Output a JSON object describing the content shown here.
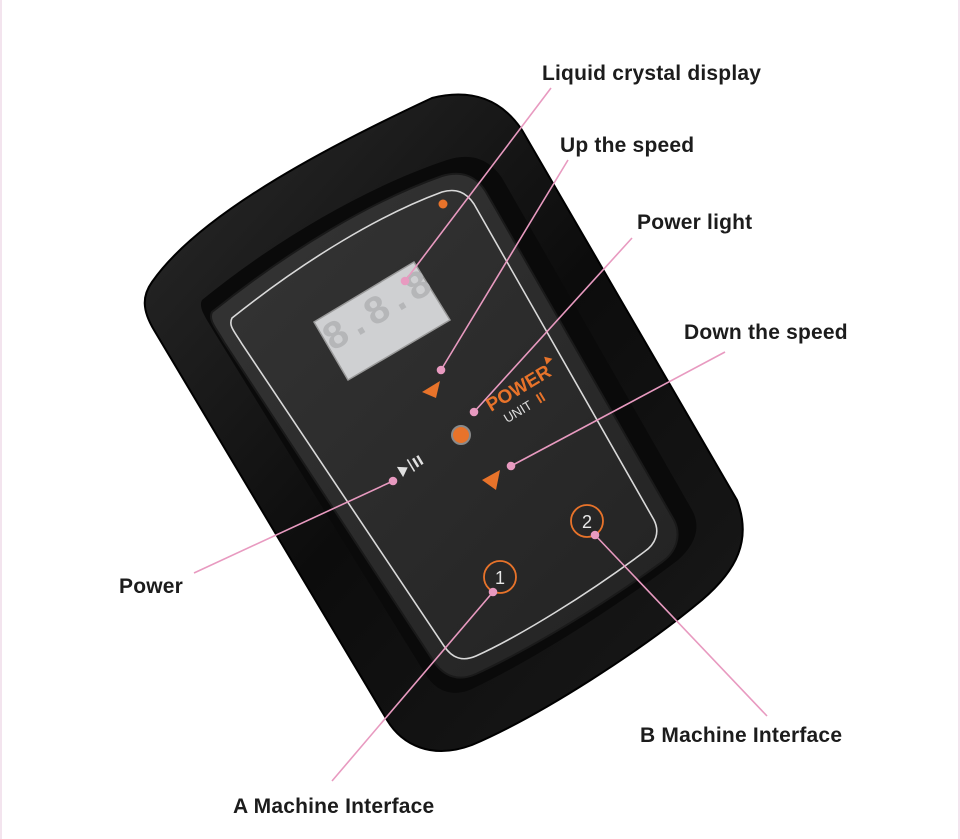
{
  "colors": {
    "accent": "#e8732a",
    "leader_line": "#e89ac0",
    "device_body": "#111111",
    "faceplate": "#2a2a2a"
  },
  "callouts": {
    "liquid_crystal_display": "Liquid crystal display",
    "up_the_speed": "Up the speed",
    "power_light": "Power light",
    "down_the_speed": "Down the speed",
    "power": "Power",
    "b_machine_interface": "B Machine Interface",
    "a_machine_interface": "A Machine Interface"
  },
  "device": {
    "display_readout": "8.8.8",
    "brand_line_1": "POWER",
    "brand_line_2": "UNIT",
    "brand_roman": "II",
    "port_1": "1",
    "port_2": "2",
    "play_pause_icon": "play-pause-icon",
    "up_icon": "triangle-up-icon",
    "down_icon": "triangle-down-icon"
  }
}
